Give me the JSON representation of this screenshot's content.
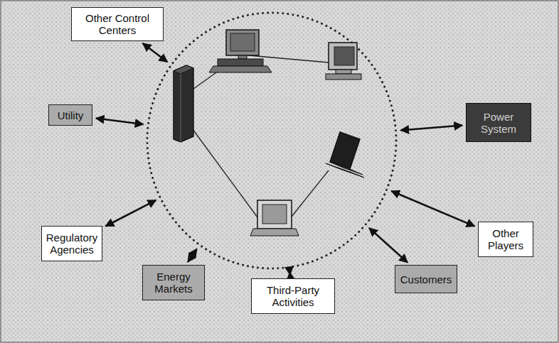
{
  "diagram": {
    "nodes": [
      {
        "text": [
          "Other Control Centers"
        ]
      },
      {
        "text": [
          "Utility"
        ]
      },
      {
        "text": [
          "Power System"
        ]
      },
      {
        "text": [
          "Regulatory Agencies"
        ]
      },
      {
        "text": [
          "Other Players"
        ]
      },
      {
        "text": [
          "Energy Markets"
        ]
      },
      {
        "text": [
          "Customers"
        ]
      },
      {
        "text": [
          "Third-Party Activities"
        ]
      }
    ]
  }
}
